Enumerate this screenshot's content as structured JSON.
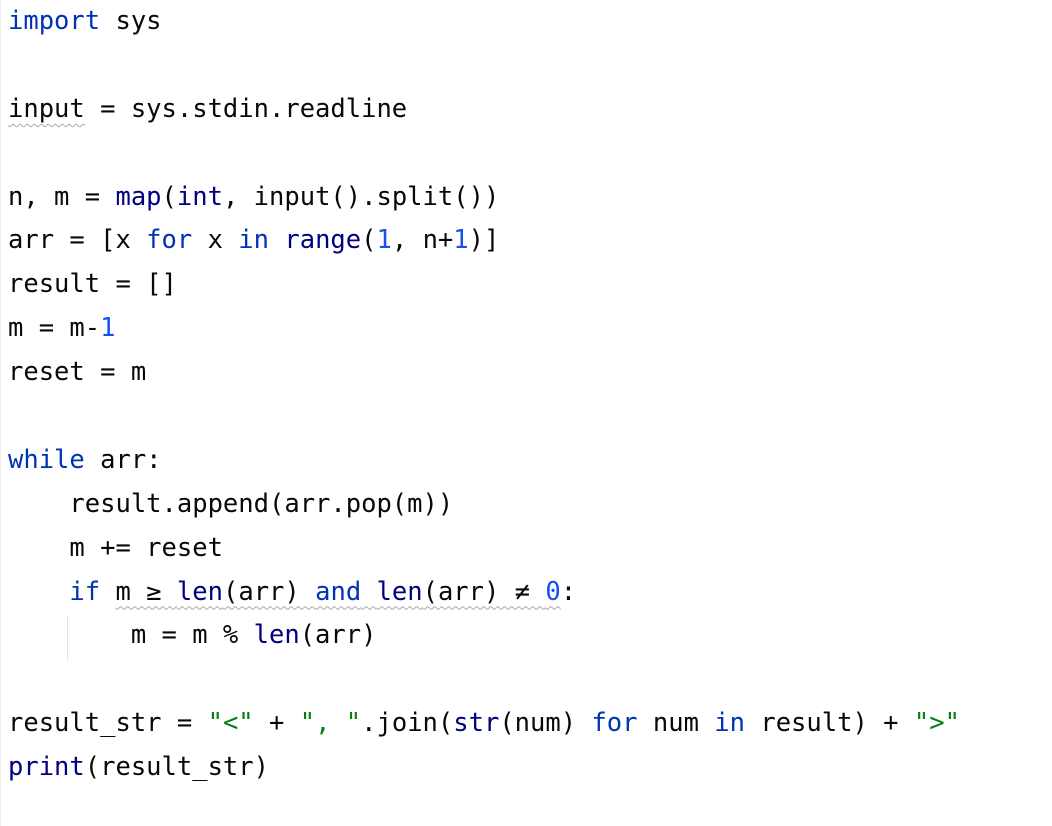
{
  "lines": [
    [
      {
        "t": "import",
        "c": "kw"
      },
      {
        "t": " sys"
      }
    ],
    [],
    [
      {
        "t": "input",
        "c": "warn"
      },
      {
        "t": " = sys.stdin.readline"
      }
    ],
    [],
    [
      {
        "t": "n, m = "
      },
      {
        "t": "map",
        "c": "bi"
      },
      {
        "t": "("
      },
      {
        "t": "int",
        "c": "bi"
      },
      {
        "t": ", input().split())"
      }
    ],
    [
      {
        "t": "arr = [x "
      },
      {
        "t": "for",
        "c": "kw"
      },
      {
        "t": " x "
      },
      {
        "t": "in",
        "c": "kw"
      },
      {
        "t": " "
      },
      {
        "t": "range",
        "c": "bi"
      },
      {
        "t": "("
      },
      {
        "t": "1",
        "c": "num"
      },
      {
        "t": ", n+"
      },
      {
        "t": "1",
        "c": "num"
      },
      {
        "t": ")]"
      }
    ],
    [
      {
        "t": "result = []"
      }
    ],
    [
      {
        "t": "m = m-"
      },
      {
        "t": "1",
        "c": "num"
      }
    ],
    [
      {
        "t": "reset = m"
      }
    ],
    [],
    [
      {
        "t": "while",
        "c": "kw"
      },
      {
        "t": " arr:"
      }
    ],
    [
      {
        "t": "    result.append(arr.pop(m))"
      }
    ],
    [
      {
        "t": "    m += reset"
      }
    ],
    [
      {
        "t": "    "
      },
      {
        "t": "if",
        "c": "kw"
      },
      {
        "t": " "
      },
      {
        "t": "m ≥ ",
        "c": "warn"
      },
      {
        "t": "len",
        "c": "bi warn"
      },
      {
        "t": "(arr) ",
        "c": "warn"
      },
      {
        "t": "and",
        "c": "kw warn"
      },
      {
        "t": " ",
        "c": "warn"
      },
      {
        "t": "len",
        "c": "bi warn"
      },
      {
        "t": "(arr) ≠ ",
        "c": "warn"
      },
      {
        "t": "0",
        "c": "num warn"
      },
      {
        "t": ":"
      }
    ],
    [
      {
        "t": "        m = m % "
      },
      {
        "t": "len",
        "c": "bi"
      },
      {
        "t": "(arr)"
      }
    ],
    [],
    [
      {
        "t": "result_str = "
      },
      {
        "t": "\"<\"",
        "c": "str"
      },
      {
        "t": " + "
      },
      {
        "t": "\", \"",
        "c": "str"
      },
      {
        "t": ".join("
      },
      {
        "t": "str",
        "c": "bi"
      },
      {
        "t": "(num) "
      },
      {
        "t": "for",
        "c": "kw"
      },
      {
        "t": " num "
      },
      {
        "t": "in",
        "c": "kw"
      },
      {
        "t": " result) + "
      },
      {
        "t": "\">\"",
        "c": "str"
      }
    ],
    [
      {
        "t": "print",
        "c": "bi"
      },
      {
        "t": "(result_str)"
      }
    ]
  ]
}
